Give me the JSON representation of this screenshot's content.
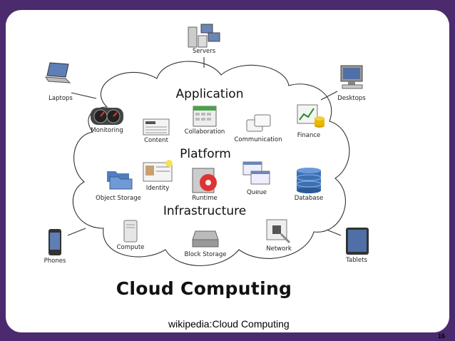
{
  "diagram": {
    "title": "Cloud Computing",
    "layers": {
      "application": "Application",
      "platform": "Platform",
      "infrastructure": "Infrastructure"
    },
    "devices": {
      "servers": "Servers",
      "laptops": "Laptops",
      "desktops": "Desktops",
      "phones": "Phones",
      "tablets": "Tablets"
    },
    "application_items": {
      "monitoring": "Monitoring",
      "content": "Content",
      "collaboration": "Collaboration",
      "communication": "Communication",
      "finance": "Finance"
    },
    "platform_items": {
      "object_storage": "Object Storage",
      "identity": "Identity",
      "runtime": "Runtime",
      "queue": "Queue",
      "database": "Database"
    },
    "infrastructure_items": {
      "compute": "Compute",
      "block_storage": "Block Storage",
      "network": "Network"
    }
  },
  "caption": "wikipedia:Cloud Computing",
  "page_number": "16"
}
